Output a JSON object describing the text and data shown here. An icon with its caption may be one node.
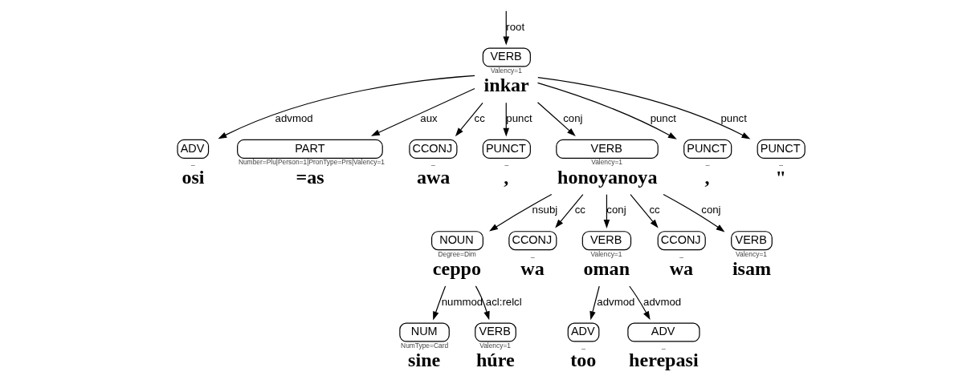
{
  "diagram": {
    "nodes": [
      {
        "text": [
          "ADV"
        ],
        "beside": [
          "_",
          "osi"
        ]
      },
      {
        "text": [
          "VERB"
        ],
        "beside": [
          "Valency=1",
          "inkar"
        ]
      },
      {
        "text": [
          "PART"
        ],
        "beside": [
          "Number=Plu|Person=1|PronType=Prs|Valency=1",
          "=as"
        ]
      },
      {
        "text": [
          "CCONJ"
        ],
        "beside": [
          "_",
          "awa"
        ]
      },
      {
        "text": [
          "PUNCT"
        ],
        "beside": [
          "_",
          ","
        ]
      },
      {
        "text": [
          "NUM"
        ],
        "beside": [
          "NumType=Card",
          "sine"
        ]
      },
      {
        "text": [
          "VERB"
        ],
        "beside": [
          "Valency=1",
          "húre"
        ]
      },
      {
        "text": [
          "NOUN"
        ],
        "beside": [
          "Degree=Dim",
          "ceppo"
        ]
      },
      {
        "text": [
          "VERB"
        ],
        "beside": [
          "Valency=1",
          "honoyanoya"
        ]
      },
      {
        "text": [
          "CCONJ"
        ],
        "beside": [
          "_",
          "wa"
        ]
      },
      {
        "text": [
          "ADV"
        ],
        "beside": [
          "_",
          "too"
        ]
      },
      {
        "text": [
          "ADV"
        ],
        "beside": [
          "_",
          "herepasi"
        ]
      },
      {
        "text": [
          "VERB"
        ],
        "beside": [
          "Valency=1",
          "oman"
        ]
      },
      {
        "text": [
          "CCONJ"
        ],
        "beside": [
          "_",
          "wa"
        ]
      },
      {
        "text": [
          "VERB"
        ],
        "beside": [
          "Valency=1",
          "isam"
        ]
      },
      {
        "text": [
          "PUNCT"
        ],
        "beside": [
          "_",
          ","
        ]
      },
      {
        "text": [
          "PUNCT"
        ],
        "beside": [
          "_",
          "\""
        ]
      }
    ],
    "edges": [
      {
        "from": null,
        "to": 1,
        "arrow": "to",
        "label": "root"
      },
      {
        "from": 1,
        "to": 0,
        "arrow": "to",
        "label": "advmod"
      },
      {
        "from": 1,
        "to": 2,
        "arrow": "to",
        "label": "aux"
      },
      {
        "from": 1,
        "to": 3,
        "arrow": "to",
        "label": "cc"
      },
      {
        "from": 1,
        "to": 4,
        "arrow": "to",
        "label": "punct"
      },
      {
        "from": 1,
        "to": 8,
        "arrow": "to",
        "label": "conj"
      },
      {
        "from": 7,
        "to": 5,
        "arrow": "to",
        "label": "nummod"
      },
      {
        "from": 7,
        "to": 6,
        "arrow": "to",
        "label": "acl:relcl"
      },
      {
        "from": 8,
        "to": 7,
        "arrow": "to",
        "label": "nsubj"
      },
      {
        "from": 8,
        "to": 9,
        "arrow": "to",
        "label": "cc"
      },
      {
        "from": 8,
        "to": 12,
        "arrow": "to",
        "label": "conj"
      },
      {
        "from": 12,
        "to": 10,
        "arrow": "to",
        "label": "advmod"
      },
      {
        "from": 12,
        "to": 11,
        "arrow": "to",
        "label": "advmod"
      },
      {
        "from": 8,
        "to": 13,
        "arrow": "to",
        "label": "cc"
      },
      {
        "from": 8,
        "to": 14,
        "arrow": "to",
        "label": "conj"
      },
      {
        "from": 1,
        "to": 15,
        "arrow": "to",
        "label": "punct"
      },
      {
        "from": 1,
        "to": 16,
        "arrow": "to",
        "label": "punct"
      }
    ]
  }
}
